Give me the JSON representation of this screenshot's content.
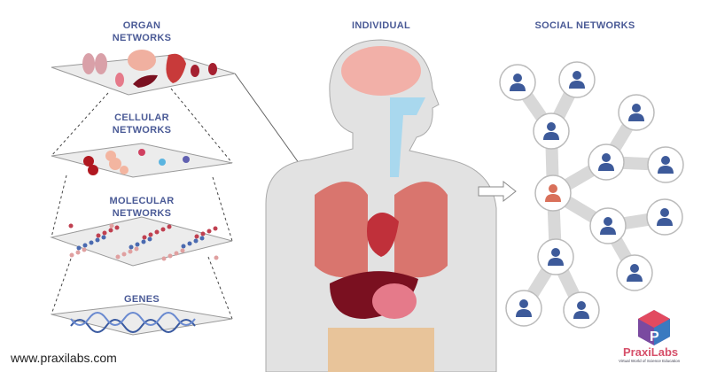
{
  "labels": {
    "organ": "ORGAN\nNETWORKS",
    "organ_line1": "ORGAN",
    "organ_line2": "NETWORKS",
    "cellular_line1": "CELLULAR",
    "cellular_line2": "NETWORKS",
    "molecular_line1": "MOLECULAR",
    "molecular_line2": "NETWORKS",
    "genes": "GENES",
    "individual": "INDIVIDUAL",
    "social": "SOCIAL NETWORKS"
  },
  "footer": {
    "url": "www.praxilabs.com"
  },
  "logo": {
    "name": "PraxiLabs",
    "tagline": "Virtual World of Science Education"
  },
  "colors": {
    "label": "#4a5a96",
    "person": "#3d5a9a",
    "center_person": "#d9705a",
    "body": "#e2e2e2",
    "network": "#d8d8d8"
  }
}
